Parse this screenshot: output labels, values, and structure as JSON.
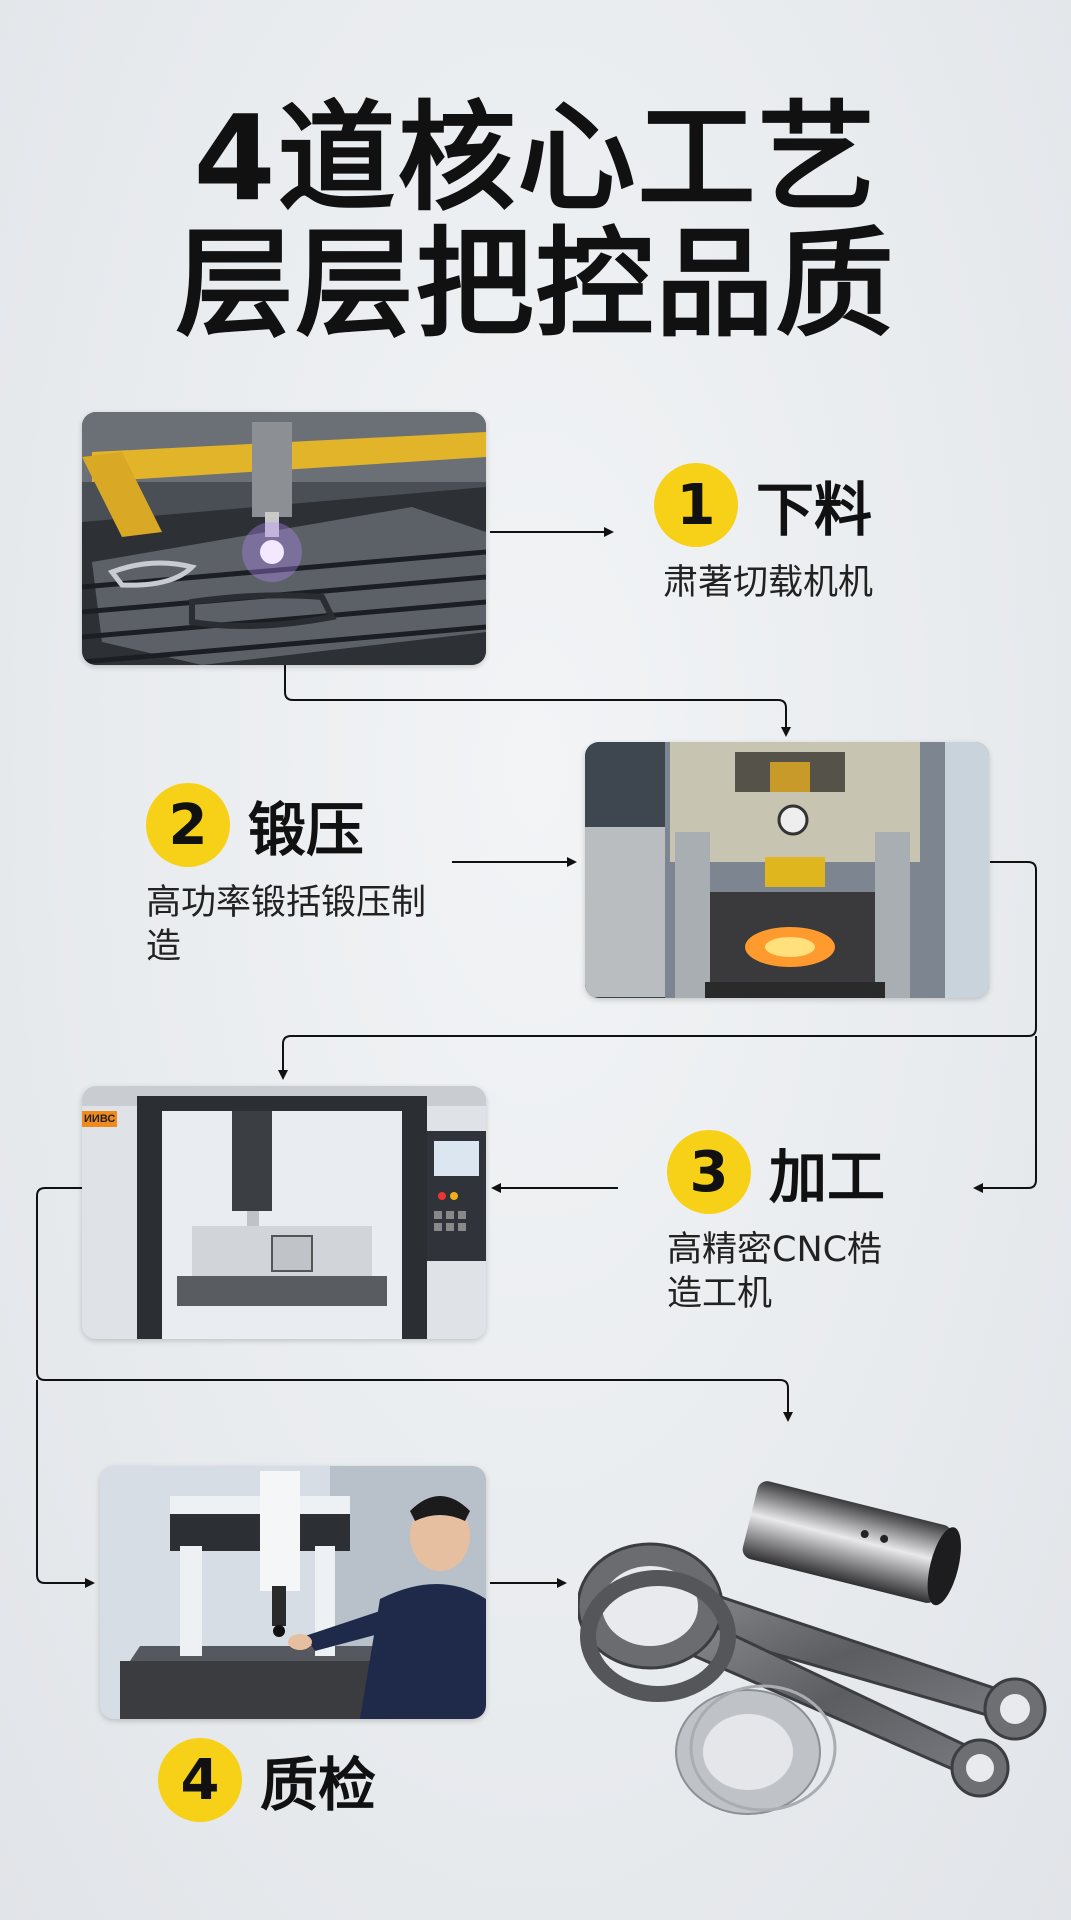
{
  "title": {
    "line1": "4道核心工艺",
    "line2": "层层把控品质"
  },
  "steps": [
    {
      "number": "1",
      "title": "下料",
      "desc": "肃著切载机机"
    },
    {
      "number": "2",
      "title": "锻压",
      "desc": "高功率锻括锻压制造"
    },
    {
      "number": "3",
      "title": "加工",
      "desc": "高精密CNC梏造工机"
    },
    {
      "number": "4",
      "title": "质检",
      "desc": ""
    }
  ],
  "photos": [
    {
      "name": "laser-cutting-machine-photo",
      "icon": "laser-cutter"
    },
    {
      "name": "forging-press-photo",
      "icon": "forging-press"
    },
    {
      "name": "cnc-machine-photo",
      "icon": "cnc-machine"
    },
    {
      "name": "cmm-inspection-photo",
      "icon": "coordinate-measuring-machine"
    },
    {
      "name": "connecting-rod-product-photo",
      "icon": "connecting-rods-pin-washers"
    }
  ],
  "machine_labels": {
    "cnc_brand": "ИИВС"
  },
  "colors": {
    "badge": "#f7d117",
    "arrow": "#111111",
    "background": "#eceef1"
  }
}
